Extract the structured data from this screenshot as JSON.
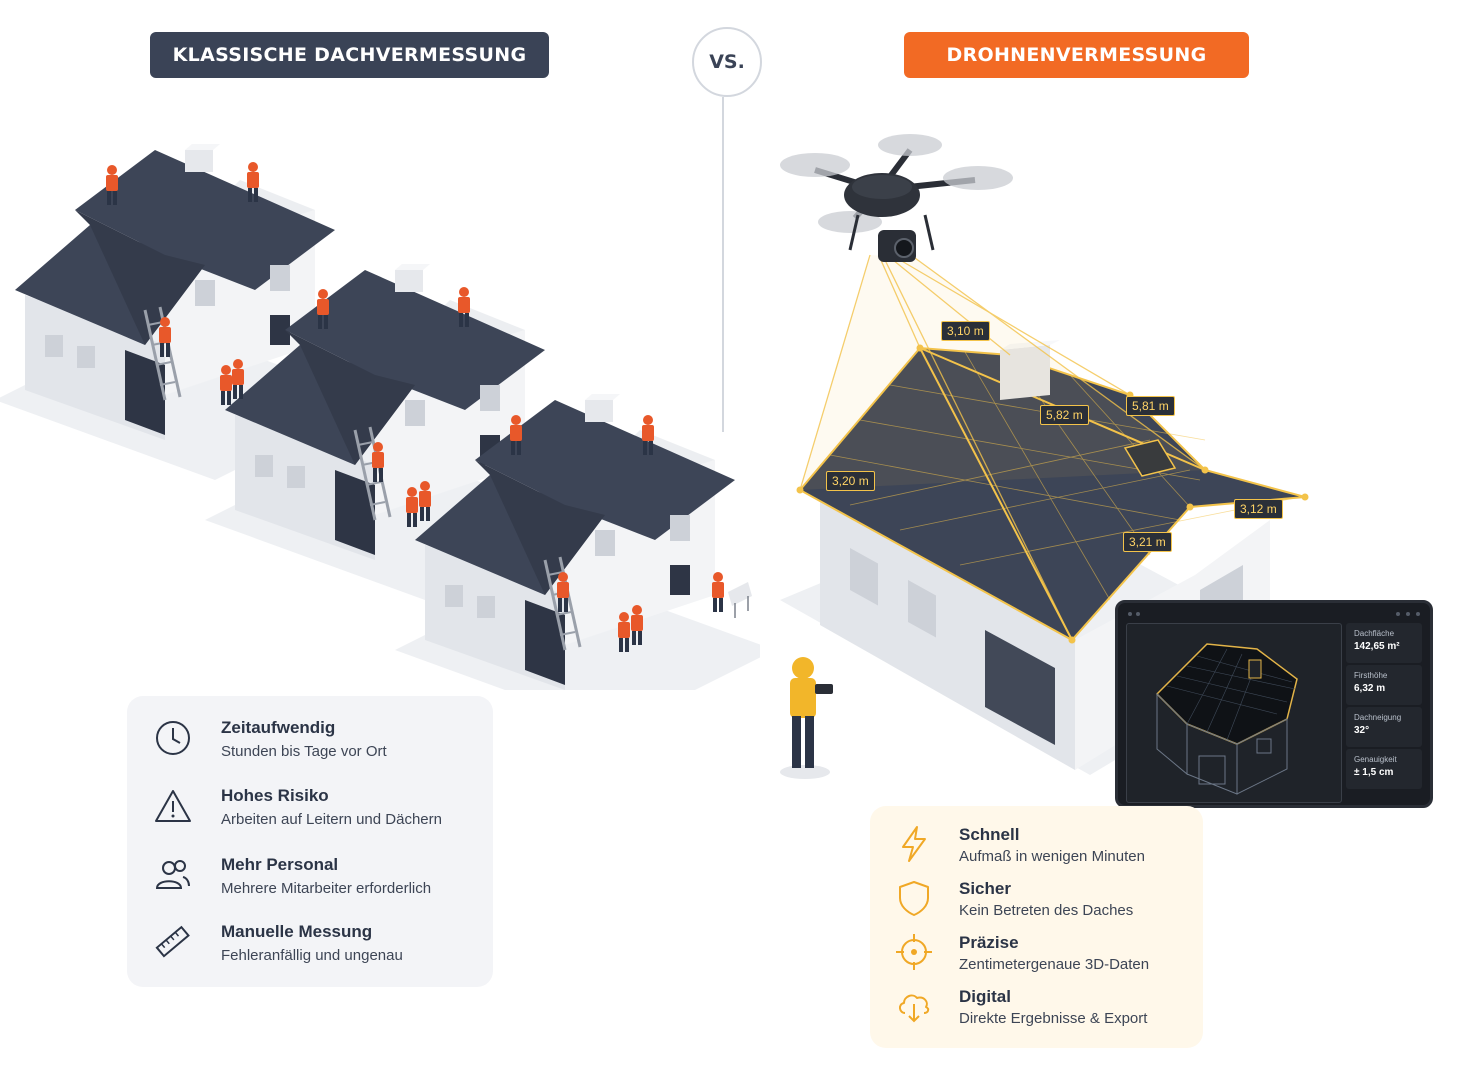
{
  "header": {
    "left_title": "KLASSISCHE DACHVERMESSUNG",
    "vs_label": "VS.",
    "right_title": "DROHNENVERMESSUNG"
  },
  "colors": {
    "left_accent": "#3a4356",
    "right_accent": "#f26a24",
    "measure_yellow": "#f3c34a",
    "roof_dark": "#3d4557"
  },
  "classic": {
    "items": [
      {
        "icon": "clock-icon",
        "title": "Zeitaufwendig",
        "subtitle": "Stunden bis Tage vor Ort"
      },
      {
        "icon": "warning-icon",
        "title": "Hohes Risiko",
        "subtitle": "Arbeiten auf Leitern und Dächern"
      },
      {
        "icon": "people-icon",
        "title": "Mehr Personal",
        "subtitle": "Mehrere Mitarbeiter erforderlich"
      },
      {
        "icon": "ruler-icon",
        "title": "Manuelle Messung",
        "subtitle": "Fehleranfällig und ungenau"
      }
    ]
  },
  "drone": {
    "items": [
      {
        "icon": "lightning-icon",
        "title": "Schnell",
        "subtitle": "Aufmaß in wenigen Minuten"
      },
      {
        "icon": "shield-icon",
        "title": "Sicher",
        "subtitle": "Kein Betreten des Daches"
      },
      {
        "icon": "crosshair-icon",
        "title": "Präzise",
        "subtitle": "Zentimetergenaue 3D-Daten"
      },
      {
        "icon": "cloud-download-icon",
        "title": "Digital",
        "subtitle": "Direkte Ergebnisse & Export"
      }
    ],
    "measurements": [
      "3,10 m",
      "5,82 m",
      "5,81 m",
      "3,20 m",
      "3,12 m",
      "3,21 m"
    ]
  },
  "tablet": {
    "stats": [
      {
        "label": "Dachfläche",
        "value": "142,65 m²"
      },
      {
        "label": "Firsthöhe",
        "value": "6,32 m"
      },
      {
        "label": "Dachneigung",
        "value": "32°"
      },
      {
        "label": "Genauigkeit",
        "value": "± 1,5 cm"
      }
    ]
  }
}
